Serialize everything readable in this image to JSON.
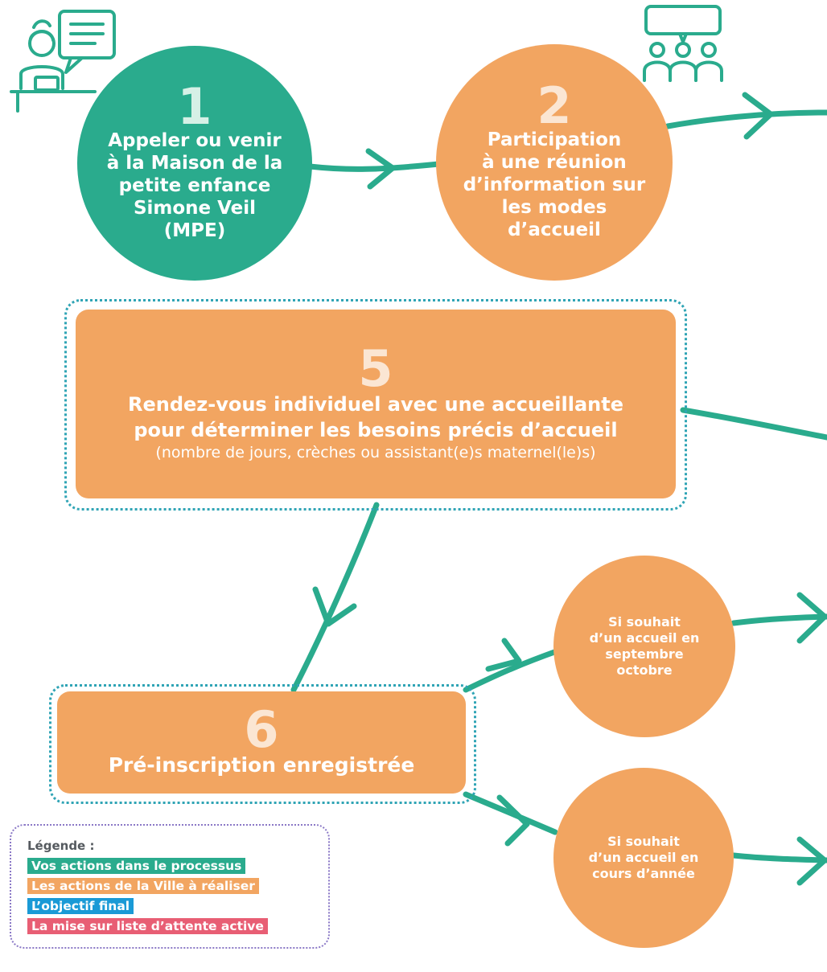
{
  "colors": {
    "green": "#2aab8d",
    "orange": "#f2a561",
    "blue": "#1a9ad6",
    "red": "#e85e74",
    "dotted_frame": "#2fa4b5",
    "legend_frame": "#8a78c6"
  },
  "icons": {
    "step1": "person-at-desk-with-speech-bubble-icon",
    "step2": "group-meeting-speech-bubbles-icon"
  },
  "steps": {
    "s1": {
      "number": "1",
      "lines": [
        "Appeler ou venir",
        "à la Maison de la",
        "petite enfance",
        "Simone Veil",
        "(MPE)"
      ]
    },
    "s2": {
      "number": "2",
      "lines": [
        "Participation",
        "à une réunion",
        "d’information sur",
        "les modes",
        "d’accueil"
      ]
    },
    "s5": {
      "number": "5",
      "lines": [
        "Rendez-vous individuel avec une accueillante",
        "pour déterminer les besoins précis d’accueil"
      ],
      "detail": "(nombre de jours, crèches ou assistant(e)s maternel(le)s)"
    },
    "s6": {
      "number": "6",
      "label": "Pré-inscription enregistrée"
    }
  },
  "branches": {
    "september": {
      "lines": [
        "Si souhait",
        "d’un accueil en",
        "septembre",
        "octobre"
      ]
    },
    "during_year": {
      "lines": [
        "Si souhait",
        "d’un accueil en",
        "cours d’année"
      ]
    }
  },
  "legend": {
    "title": "Légende :",
    "items": [
      {
        "label": "Vos actions dans le processus",
        "color": "#2aab8d"
      },
      {
        "label": "Les actions de la Ville à réaliser",
        "color": "#f2a561"
      },
      {
        "label": "L’objectif final",
        "color": "#1a9ad6"
      },
      {
        "label": "La mise sur liste d’attente active",
        "color": "#e85e74"
      }
    ]
  }
}
